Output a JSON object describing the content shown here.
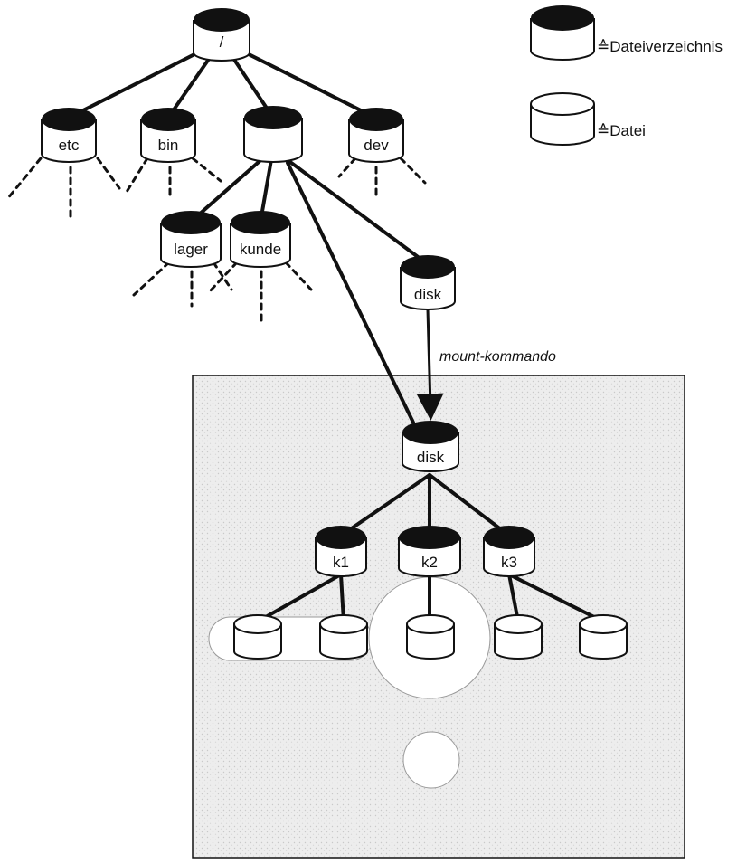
{
  "legend": {
    "directory_label": "≙Dateiverzeichnis",
    "file_label": "≙Datei"
  },
  "nodes": {
    "root": "/",
    "etc": "etc",
    "bin": "bin",
    "usr": "",
    "dev": "dev",
    "lager": "lager",
    "kunde": "kunde",
    "disk_mountpoint": "disk",
    "disk_mounted": "disk",
    "k1": "k1",
    "k2": "k2",
    "k3": "k3"
  },
  "mount_label": "mount-kommando",
  "colors": {
    "ink": "#111111",
    "disk_panel": "#ececec",
    "cylinder_body": "#ffffff"
  }
}
